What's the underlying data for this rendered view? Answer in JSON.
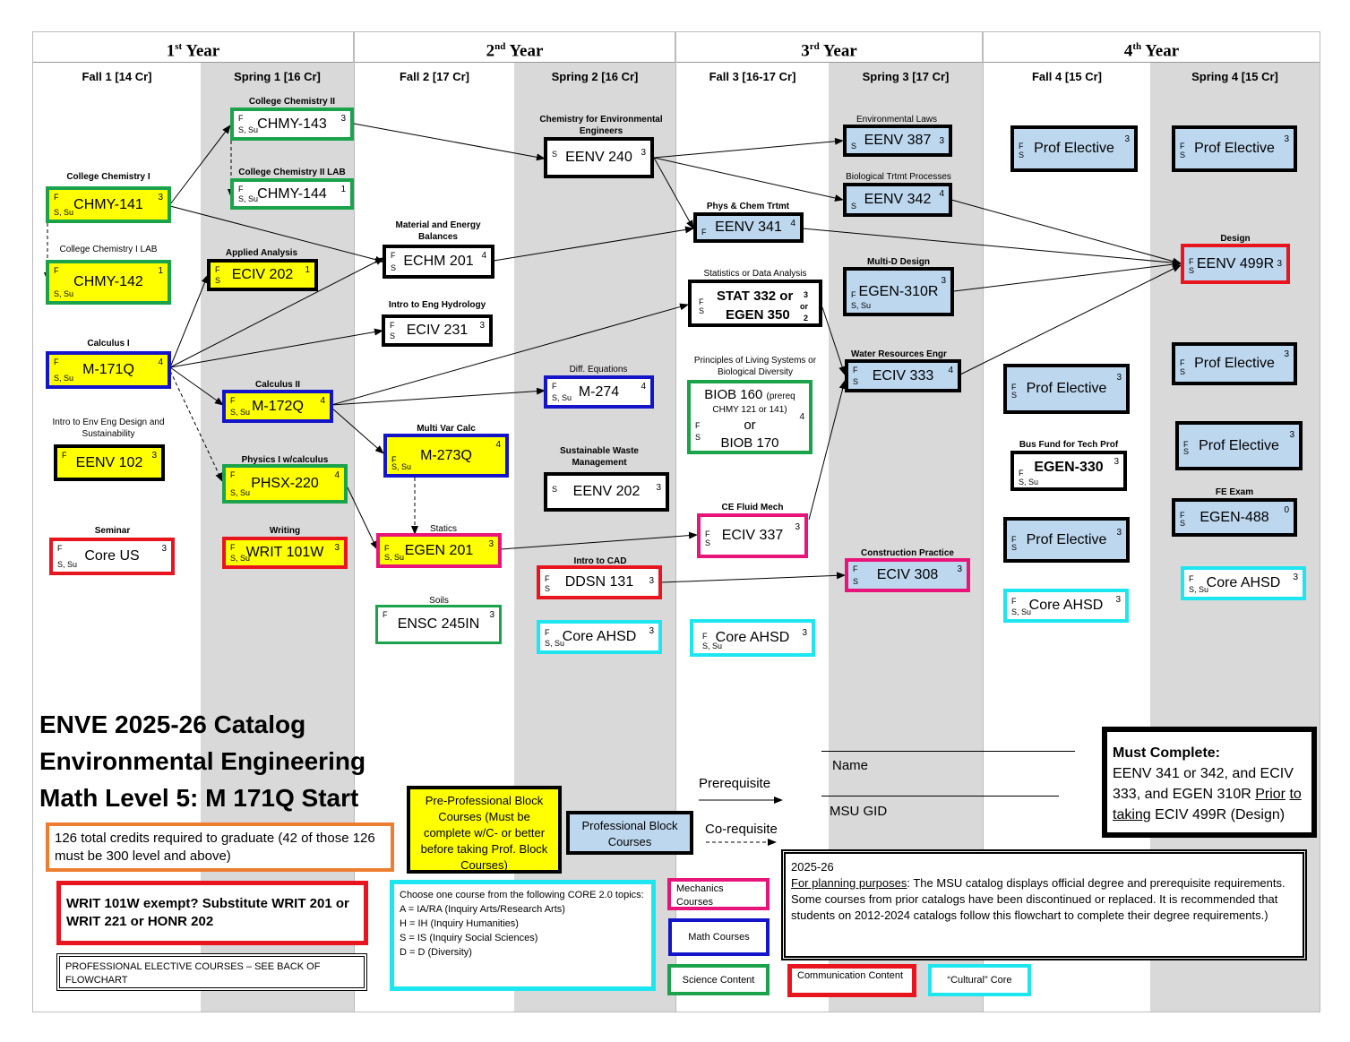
{
  "years": [
    {
      "num": "1",
      "sup": "st",
      "word": "Year"
    },
    {
      "num": "2",
      "sup": "nd",
      "word": "Year"
    },
    {
      "num": "3",
      "sup": "rd",
      "word": "Year"
    },
    {
      "num": "4",
      "sup": "th",
      "word": "Year"
    }
  ],
  "semesters": [
    "Fall  1 [14 Cr]",
    "Spring 1 [16 Cr]",
    "Fall 2 [17 Cr]",
    "Spring 2 [16 Cr]",
    "Fall 3 [16-17 Cr]",
    "Spring 3 [17 Cr]",
    "Fall 4 [15 Cr]",
    "Spring 4 [15 Cr]"
  ],
  "courses": {
    "chmy141": {
      "code": "CHMY-141",
      "top": "F",
      "bot": "S, Su",
      "cr": "3",
      "label": "College Chemistry I"
    },
    "chmy142": {
      "code": "CHMY-142",
      "top": "F",
      "bot": "S, Su",
      "cr": "1",
      "label": "College Chemistry I  LAB"
    },
    "m171": {
      "code": "M-171Q",
      "top": "F",
      "bot": "S, Su",
      "cr": "4",
      "label": "Calculus I"
    },
    "eenv102": {
      "code": "EENV 102",
      "top": "F",
      "bot": "",
      "cr": "3",
      "label": "Intro to Env Eng Design and Sustainability"
    },
    "coreus": {
      "code": "Core US",
      "top": "F",
      "bot": "S, Su",
      "cr": "3",
      "label": "Seminar"
    },
    "chmy143": {
      "code": "CHMY-143",
      "top": "F",
      "bot": "S, Su",
      "cr": "3",
      "label": "College Chemistry II"
    },
    "chmy144": {
      "code": "CHMY-144",
      "top": "F",
      "bot": "S, Su",
      "cr": "1",
      "label": "College Chemistry II  LAB"
    },
    "eciv202": {
      "code": "ECIV 202",
      "top": "F",
      "bot": "S",
      "cr": "1",
      "label": "Applied Analysis"
    },
    "m172": {
      "code": "M-172Q",
      "top": "F",
      "bot": "S, Su",
      "cr": "4",
      "label": "Calculus II"
    },
    "phsx220": {
      "code": "PHSX-220",
      "top": "F",
      "bot": "S, Su",
      "cr": "4",
      "label": "Physics I w/calculus"
    },
    "writ101": {
      "code": "WRIT 101W",
      "top": "F",
      "bot": "S, Su",
      "cr": "3",
      "label": "Writing"
    },
    "echm201": {
      "code": "ECHM 201",
      "top": "F",
      "bot": "S",
      "cr": "4",
      "label": "Material and Energy Balances"
    },
    "eciv231": {
      "code": "ECIV 231",
      "top": "F",
      "bot": "S",
      "cr": "3",
      "label": "Intro to Eng Hydrology"
    },
    "m273": {
      "code": "M-273Q",
      "top": "F",
      "bot": "S, Su",
      "cr": "4",
      "label": "Multi Var Calc"
    },
    "egen201": {
      "code": "EGEN 201",
      "top": "F",
      "bot": "S, Su",
      "cr": "3",
      "label": "Statics"
    },
    "ensc245": {
      "code": "ENSC 245IN",
      "top": "F",
      "bot": "",
      "cr": "3",
      "label": "Soils"
    },
    "eenv240": {
      "code": "EENV 240",
      "top": "S",
      "bot": "",
      "cr": "3",
      "label": "Chemistry for Environmental Engineers"
    },
    "m274": {
      "code": "M-274",
      "top": "F",
      "bot": "S, Su",
      "cr": "4",
      "label": "Diff. Equations"
    },
    "eenv202": {
      "code": "EENV 202",
      "top": "S",
      "bot": "",
      "cr": "3",
      "label": "Sustainable Waste Management"
    },
    "ddsn131": {
      "code": "DDSN 131",
      "top": "F",
      "bot": "S",
      "cr": "3",
      "label": "Intro to CAD"
    },
    "coreahsd2": {
      "code": "Core AHSD",
      "top": "F",
      "bot": "S, Su",
      "cr": "3",
      "label": ""
    },
    "eenv341": {
      "code": "EENV 341",
      "top": "",
      "bot": "F",
      "cr": "4",
      "label": "Phys & Chem Trtmt"
    },
    "stat332": {
      "code": "STAT 332 or",
      "code2": "EGEN 350",
      "top": "F",
      "bot": "S",
      "cr": "3",
      "cr2": "or",
      "cr3": "2",
      "label": "Statistics or Data Analysis"
    },
    "biob160": {
      "line1": "BIOB 160",
      "line1b": "(prereq",
      "line2": "CHMY 121 or 141)",
      "line3": "or",
      "line4": "BIOB 170",
      "top": "F",
      "bot": "S",
      "cr": "4",
      "label": "Principles of Living Systems or Biological Diversity"
    },
    "eciv337": {
      "code": "ECIV 337",
      "top": "F",
      "bot": "S",
      "cr": "3",
      "label": "CE Fluid Mech"
    },
    "coreahsd3": {
      "code": "Core AHSD",
      "top": "F",
      "bot": "S, Su",
      "cr": "3",
      "label": ""
    },
    "eenv387": {
      "code": "EENV 387",
      "top": "",
      "bot": "S",
      "cr": "3",
      "label": "Environmental Laws"
    },
    "eenv342": {
      "code": "EENV 342",
      "top": "",
      "bot": "S",
      "cr": "4",
      "label": "Biological Trtmt Processes"
    },
    "egen310": {
      "code": "EGEN-310R",
      "top": "F",
      "bot": "S, Su",
      "cr": "3",
      "label": "Multi-D Design"
    },
    "eciv333": {
      "code": "ECIV 333",
      "top": "F",
      "bot": "S",
      "cr": "4",
      "label": "Water Resources Engr"
    },
    "eciv308": {
      "code": "ECIV 308",
      "top": "F",
      "bot": "S",
      "cr": "3",
      "label": "Construction Practice"
    },
    "pe4a": {
      "code": "Prof Elective",
      "top": "F",
      "bot": "S",
      "cr": "3",
      "label": ""
    },
    "pe4b": {
      "code": "Prof Elective",
      "top": "F",
      "bot": "S",
      "cr": "3",
      "label": ""
    },
    "egen330": {
      "code": "EGEN-330",
      "top": "F",
      "bot": "S, Su",
      "cr": "3",
      "label": "Bus Fund for Tech Prof"
    },
    "pe4c": {
      "code": "Prof Elective",
      "top": "F",
      "bot": "S",
      "cr": "3",
      "label": ""
    },
    "coreahsd4": {
      "code": "Core AHSD",
      "top": "F",
      "bot": "S, Su",
      "cr": "3",
      "label": ""
    },
    "pe5a": {
      "code": "Prof Elective",
      "top": "F",
      "bot": "S",
      "cr": "3",
      "label": ""
    },
    "eenv499": {
      "code": "EENV 499R",
      "top": "F",
      "bot": "S",
      "cr": "3",
      "label": "Design"
    },
    "pe5b": {
      "code": "Prof Elective",
      "top": "F",
      "bot": "S",
      "cr": "3",
      "label": ""
    },
    "pe5c": {
      "code": "Prof Elective",
      "top": "F",
      "bot": "S",
      "cr": "3",
      "label": ""
    },
    "egen488": {
      "code": "EGEN-488",
      "top": "F",
      "bot": "S",
      "cr": "0",
      "label": "FE Exam"
    },
    "coreahsd5": {
      "code": "Core AHSD",
      "top": "F",
      "bot": "S, Su",
      "cr": "3",
      "label": ""
    }
  },
  "title": {
    "line1": "ENVE 2025-26 Catalog",
    "line2": "Environmental Engineering",
    "line3": "Math Level 5: M 171Q Start"
  },
  "credits_note": "126 total credits required to graduate (42 of those 126 must be 300 level and above)",
  "writ_note": "WRIT 101W exempt? Substitute WRIT 201 or WRIT 221 or HONR 202",
  "prof_note": "PROFESSIONAL ELECTIVE COURSES – SEE BACK OF FLOWCHART",
  "legend": {
    "preprof": "Pre-Professional Block Courses (Must be complete w/C- or better before taking Prof. Block Courses)",
    "prof": "Professional Block Courses",
    "prereq": "Prerequisite",
    "coreq": "Co-requisite",
    "mechanics": "Mechanics Courses",
    "math": "Math Courses",
    "science": "Science Content",
    "communication": "Communication Content",
    "cultural": "“Cultural”  Core"
  },
  "core_topics": {
    "intro": "Choose one course from the following CORE 2.0 topics:",
    "a": "A = IA/RA (Inquiry Arts/Research Arts)",
    "h": "H = IH  (Inquiry Humanities)",
    "s": "S = IS  (Inquiry Social Sciences)",
    "d": "D = D (Diversity)"
  },
  "name_label": "Name",
  "gid_label": "MSU GID",
  "must": {
    "title": "Must Complete:",
    "pre": "EENV 341 or 342, and ECIV 333, and EGEN 310R ",
    "ul1": "Prior",
    "mid": " ",
    "ul2": "to taking",
    "post": " ECIV 499R (Design)"
  },
  "planning": {
    "year": "2025-26",
    "lead": "For planning purposes",
    "body": ":  The MSU catalog displays official degree and prerequisite requirements.  Some courses from prior catalogs have been discontinued or replaced.  It is recommended that students on 2012-2024 catalogs follow this flowchart to complete their degree requirements.)"
  }
}
